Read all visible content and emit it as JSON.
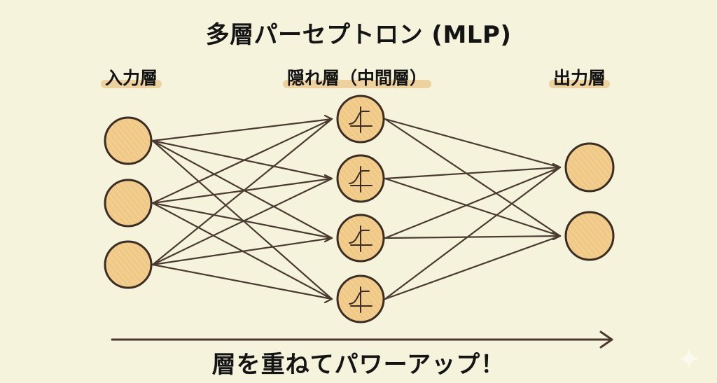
{
  "title": "多層パーセプトロン (MLP)",
  "layers": {
    "input": {
      "label": "入力層",
      "node_count": 3
    },
    "hidden": {
      "label": "隠れ層（中間層）",
      "node_count": 4,
      "activation_icon": "sigmoid-curve-icon"
    },
    "output": {
      "label": "出力層",
      "node_count": 2
    }
  },
  "connections": "fully-connected",
  "footer": {
    "caption": "層を重ねてパワーアップ！",
    "arrow_direction": "right"
  },
  "colors": {
    "background": "#f6f3dc",
    "node_fill": "#f0c987",
    "node_stroke": "#3b2d24",
    "edge": "#4a3a30",
    "label_highlight": "#e9c68a",
    "text": "#141414"
  },
  "watermark_icon": "sparkle-icon"
}
